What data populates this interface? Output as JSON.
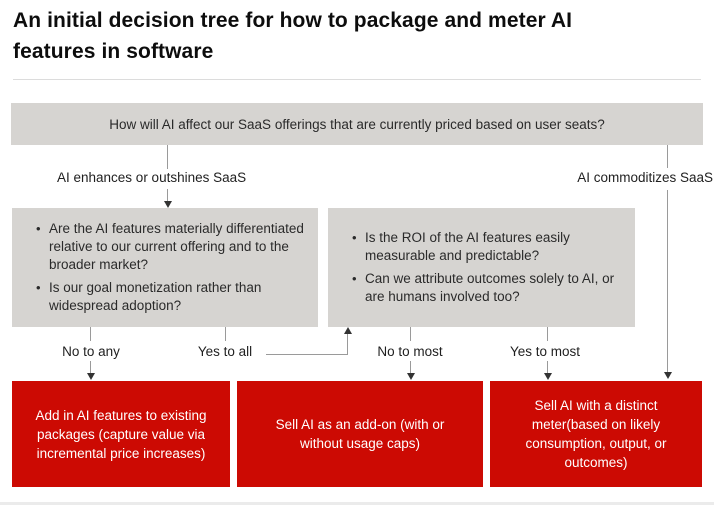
{
  "page": {
    "title": "An initial decision tree for how to package and meter AI features in software"
  },
  "colors": {
    "outcome_red": "#cc0a03",
    "box_gray": "#d6d4d1",
    "line_gray": "#9a9a9a",
    "arrowhead_dark": "#333333",
    "title_text": "#0d0d0d",
    "body_text": "#2a2a2a",
    "outcome_text": "#ffffff"
  },
  "tree": {
    "root_question": "How will AI affect our SaaS offerings that are currently priced based on user seats?",
    "branch_left": "AI enhances or outshines SaaS",
    "branch_right": "AI commoditizes SaaS",
    "left_box": {
      "bullets": [
        "Are the AI features materially differentiated relative to our current offering and to the broader market?",
        "Is our goal monetization rather than widespread adoption?"
      ]
    },
    "right_box": {
      "bullets": [
        "Is the ROI of the AI features easily measurable and predictable?",
        "Can we attribute outcomes solely to AI, or are humans involved too?"
      ]
    },
    "answers": [
      "No to any",
      "Yes to all",
      "No to most",
      "Yes to most"
    ],
    "outcomes": [
      "Add in AI features to existing packages (capture value via incremental price increases)",
      "Sell AI as an add-on (with or without usage caps)",
      "Sell AI with a distinct meter(based on likely consumption, output, or outcomes)"
    ]
  }
}
